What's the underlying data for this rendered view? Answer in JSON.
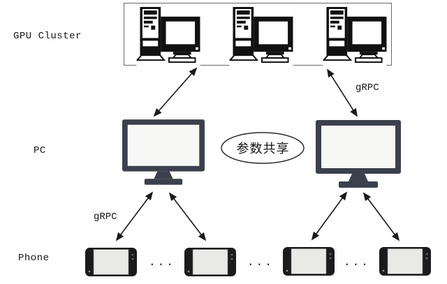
{
  "diagram": {
    "row_labels": {
      "gpu_cluster": "GPU Cluster",
      "pc": "PC",
      "phone": "Phone"
    },
    "edge_labels": {
      "grpc_top": "gRPC",
      "grpc_bottom": "gRPC"
    },
    "ellipse_label": "参数共享",
    "separator": "...",
    "counts": {
      "cluster_machines": 3,
      "pcs": 2,
      "phones": 4
    },
    "colors": {
      "clipart_ink": "#111111",
      "pc_monitor_bezel": "#3b404c",
      "pc_monitor_screen": "#f7f7f5",
      "phone_body": "#1b1b1d",
      "phone_screen": "#e9e9e7",
      "arrow_line": "#1a1a1a",
      "cluster_border": "#6a6a6a"
    }
  }
}
